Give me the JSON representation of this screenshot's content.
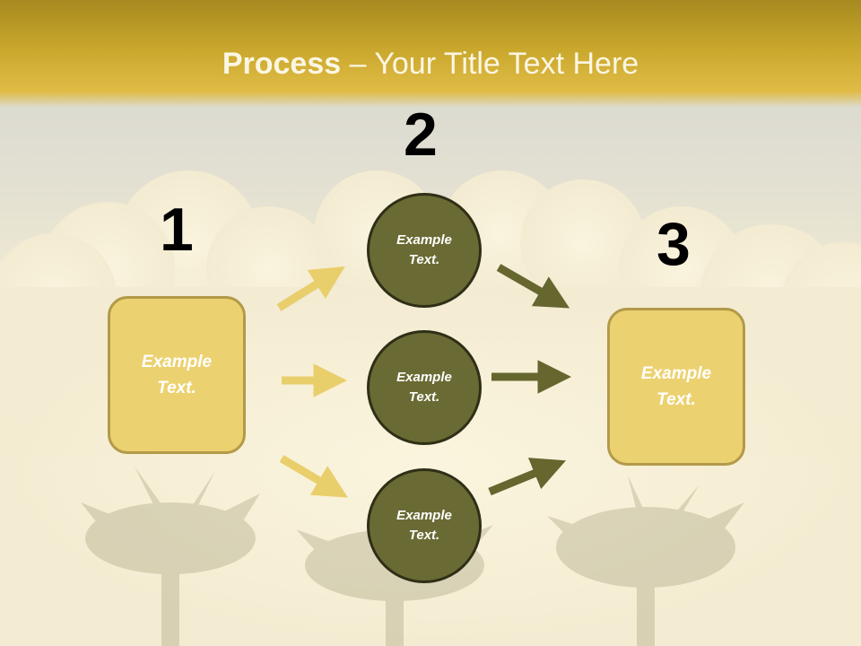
{
  "title": {
    "bold": "Process",
    "rest": " – Your Title Text Here"
  },
  "steps": [
    {
      "number": "1",
      "text": "Example Text."
    },
    {
      "number": "2",
      "text": "Example Text."
    },
    {
      "number": "3",
      "text": "Example Text."
    }
  ],
  "circles": [
    {
      "text": "Example Text."
    },
    {
      "text": "Example Text."
    },
    {
      "text": "Example Text."
    }
  ],
  "colors": {
    "box_fill": "#ecd170",
    "circle_fill": "#6a6a34",
    "arrow_light": "#e9ce6c",
    "arrow_dark": "#66662f"
  }
}
